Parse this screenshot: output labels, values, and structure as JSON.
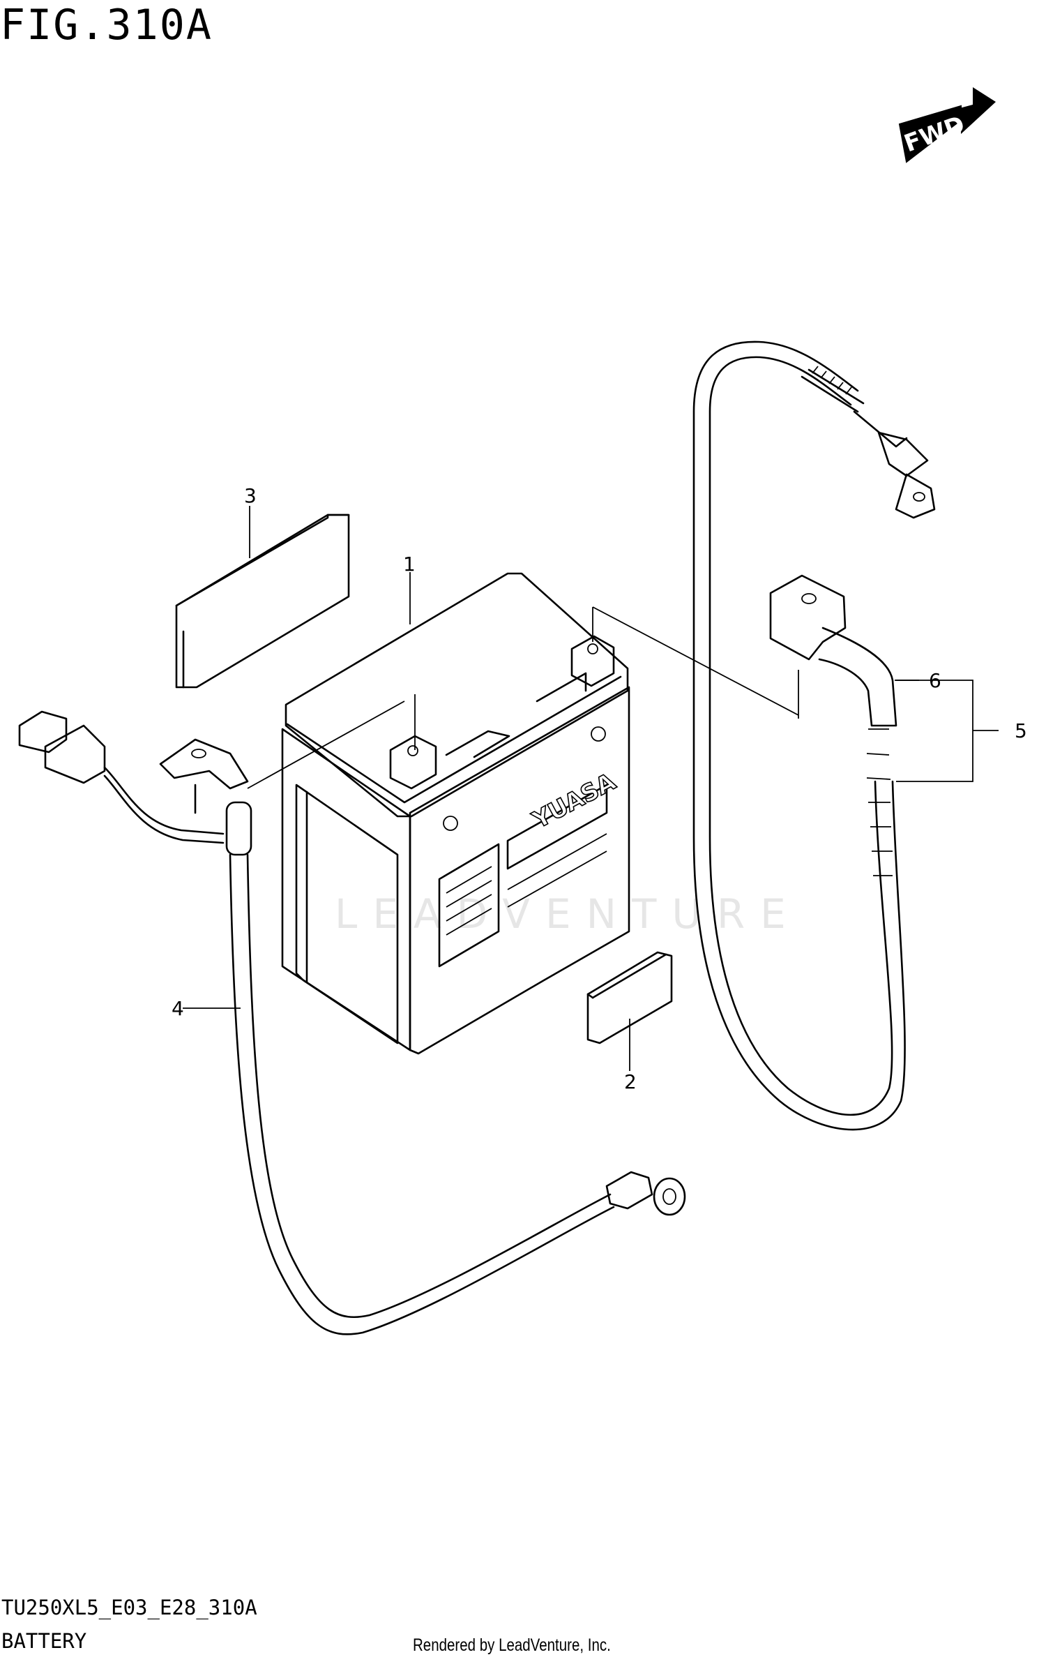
{
  "header": {
    "figure_title": "FIG.310A"
  },
  "forward_marker": {
    "label": "FWD"
  },
  "battery": {
    "brand_label": "YUASA"
  },
  "watermark": {
    "text": "LEADVENTURE"
  },
  "callouts": [
    {
      "number": "1"
    },
    {
      "number": "2"
    },
    {
      "number": "3"
    },
    {
      "number": "4"
    },
    {
      "number": "5"
    },
    {
      "number": "6"
    }
  ],
  "footer": {
    "model_code": "TU250XL5_E03_E28_310A",
    "section_name": "BATTERY",
    "rendered_by": "Rendered by LeadVenture, Inc."
  }
}
